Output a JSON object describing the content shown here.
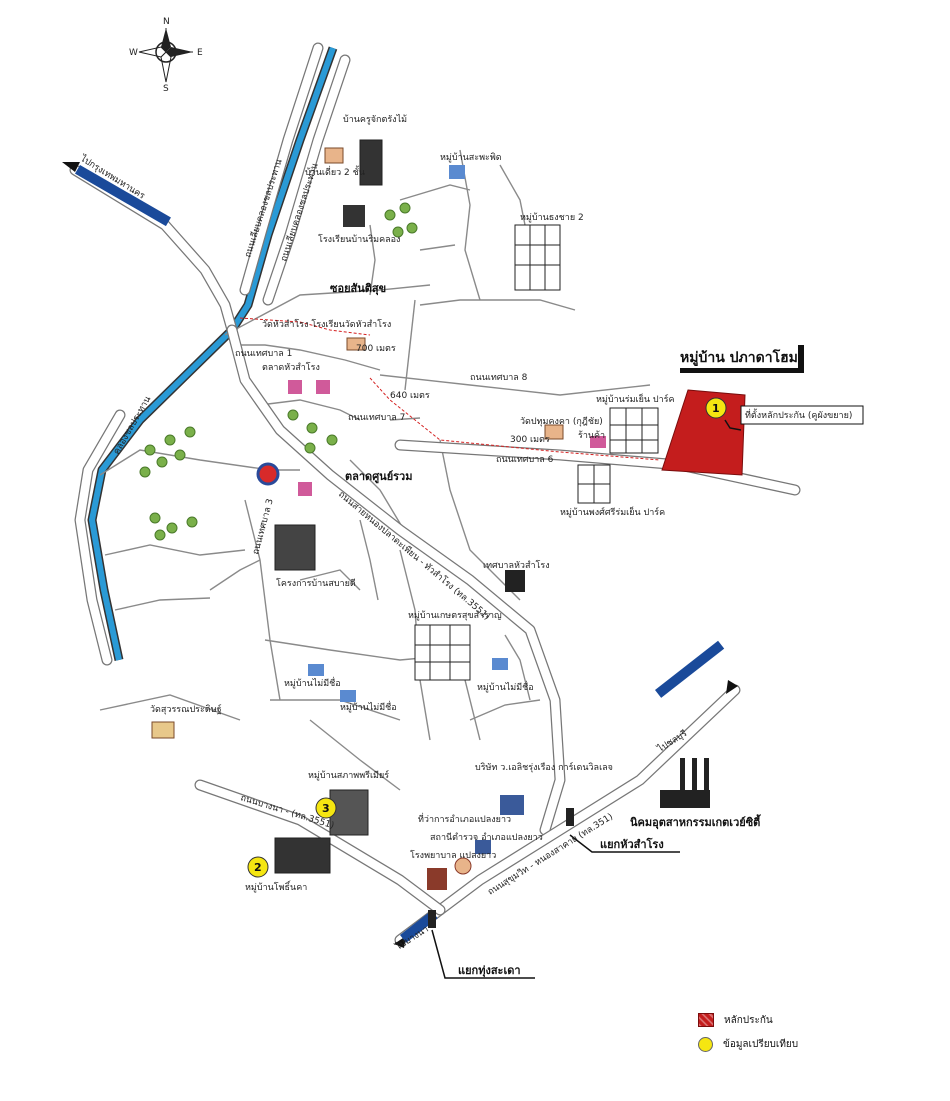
{
  "compass": {
    "n": "N",
    "s": "S",
    "e": "E",
    "w": "W"
  },
  "title": "หมู่บ้าน ปภาดาโฮม",
  "subject": {
    "marker": "1",
    "label": "ที่ตั้งหลักประกัน (คูผังขยาย)"
  },
  "comparables": [
    {
      "marker": "2",
      "label": "หมู่บ้านโพธิ์นคา"
    },
    {
      "marker": "3",
      "label": "หมู่บ้านสภาพพรีเมียร์"
    }
  ],
  "roads": {
    "klong_label": "คลองชลประทาน",
    "klong_road_left": "ถนนเลียบคลองชลประทาน",
    "klong_road_right": "ถนนเลียบคลองชลประทาน",
    "main_road": "ถนนสายหนองปลาดะเพียน - ทัวสำโรง (ทล.3551)",
    "south_road": "ถนนบางนา - (ทล.3551)",
    "highway": "ถนนสุขุมวิท - หนองสาคาย (ทล.351)",
    "soi_1": "ถนนเทศบาล 1",
    "soi_3": "ถนนเทศบาล 3",
    "soi_6": "ถนนเทศบาล 6",
    "soi_7": "ถนนเทศบาล 7",
    "soi_8": "ถนนเทศบาล 8",
    "soi_santisuk": "ซอยสันติสุข",
    "arrow_nw": "ไปกรุงเทพมหานคร",
    "arrow_ne": "ไปชลบุรี",
    "arrow_sw": "ไปบางนา"
  },
  "distances": {
    "d1": "700 เมตร",
    "d2": "640 เมตร",
    "d3": "300 เมตร"
  },
  "places": {
    "kindergarten": "บ้านครูจักตรังไม้",
    "house2": "บ้านเดี่ยว 2 ชั้น",
    "village_pakpid": "หมู่บ้านสะพะพิด",
    "village_sorayuth2": "หมู่บ้านธงชาย 2",
    "school_rimklong": "โรงเรียนบ้านริมคลอง",
    "wat_school": "วัดหัวสำโรง โรงเรียนวัดหัวสำโรง",
    "market_hua": "ตลาดหัวสำโรง",
    "market_center": "ตลาดศูนย์รวม",
    "temple_noble": "วัดปทุมคงคา (กุฎีชัย)",
    "shop": "ร้านค้า",
    "village_rom_yen": "หมู่บ้านร่มเย็น ปาร์ค",
    "village_pong_sri": "หมู่บ้านพงศ์ศรีร่มเย็น ปาร์ค",
    "municipality_office": "เทศบาลหัวสำโรง",
    "housing_project": "โครงการบ้านสบายดี",
    "village_kasetsamai": "หมู่บ้านเกษตรสุขสำราญ",
    "village_no_name1": "หมู่บ้านไม่มีชื่อ",
    "village_no_name2": "หมู่บ้านไม่มีชื่อ",
    "village_no_name3": "หมู่บ้านไม่มีชื่อ",
    "wat_suwan": "วัดสุวรรณประดิษฐ์",
    "company": "บริษัท ว.เอลิชรุ่งเรือง การ์เดนวิลเลจ",
    "district_office": "ที่ว่าการอำเภอแปลงยาว",
    "police": "สถานีตำรวจ อำเภอแปลงยาว",
    "hospital": "โรงพยาบาล แปลงยาว",
    "industrial": "นิคมอุตสาหกรรมเกตเวย์ซิตี้",
    "junction_hua": "แยกหัวสำโรง",
    "junction_tung": "แยกทุ่งสะเดา"
  },
  "legend": {
    "collateral": "หลักประกัน",
    "comparable": "ข้อมูลเปรียบเทียบ"
  },
  "colors": {
    "collateral": "#c41d1d",
    "comparable_marker": "#f5e611",
    "canal": "#2a9ad6",
    "road_casing": "#777777",
    "distance_line": "#d42020"
  }
}
